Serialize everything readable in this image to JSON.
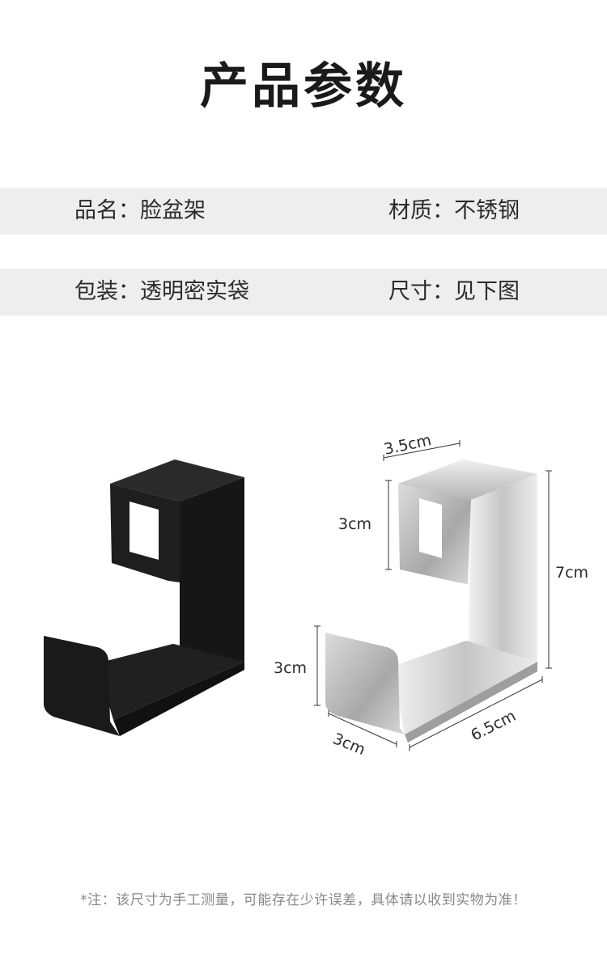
{
  "title": "产品参数",
  "specs": [
    {
      "left": "品名：脸盆架",
      "right": "材质：不锈钢"
    },
    {
      "left": "包装：透明密实袋",
      "right": "尺寸：见下图"
    }
  ],
  "dimensions": {
    "top_width": "3.5cm",
    "hook_height": "3cm",
    "total_height": "7cm",
    "lip_height": "3cm",
    "lip_depth": "3cm",
    "base_depth": "6.5cm"
  },
  "colors": {
    "band": "#eeeeee",
    "black_product": "#1b1b1b",
    "steel_light": "#e4e4e4",
    "steel_dark": "#9a9a9a"
  },
  "note": "*注：该尺寸为手工测量，可能存在少许误差，具体请以收到实物为准！"
}
